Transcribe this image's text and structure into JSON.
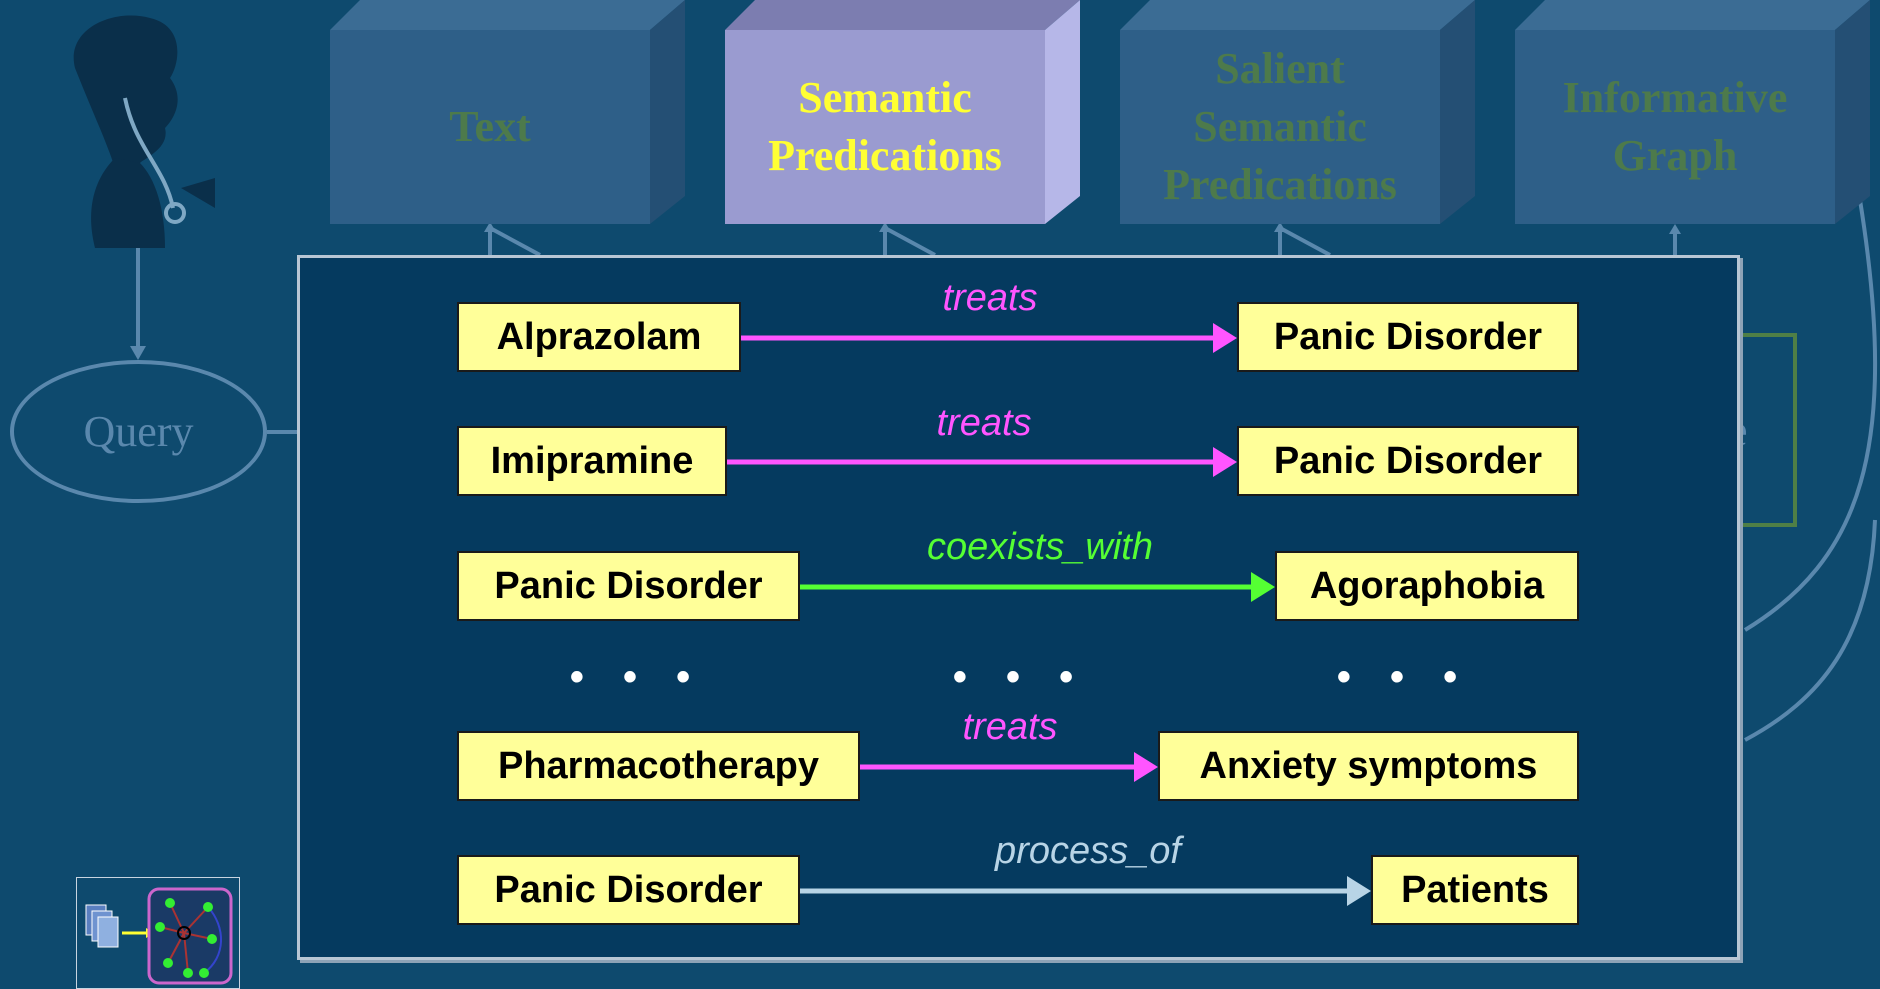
{
  "stages": [
    {
      "label_lines": [
        "Text"
      ],
      "state": "dim"
    },
    {
      "label_lines": [
        "Semantic",
        "Predications"
      ],
      "state": "active"
    },
    {
      "label_lines": [
        "Salient",
        "Semantic",
        "Predications"
      ],
      "state": "dim"
    },
    {
      "label_lines": [
        "Informative",
        "Graph"
      ],
      "state": "dim"
    }
  ],
  "query_label": "Query",
  "right_fragment_text": "e",
  "predications": [
    {
      "subject": "Alprazolam",
      "relation": "treats",
      "object": "Panic Disorder",
      "color": "#ff55ff"
    },
    {
      "subject": "Imipramine",
      "relation": "treats",
      "object": "Panic Disorder",
      "color": "#ff55ff"
    },
    {
      "subject": "Panic Disorder",
      "relation": "coexists_with",
      "object": "Agoraphobia",
      "color": "#55ff33"
    },
    {
      "subject": "Pharmacotherapy",
      "relation": "treats",
      "object": "Anxiety symptoms",
      "color": "#ff55ff"
    },
    {
      "subject": "Panic Disorder",
      "relation": "process_of",
      "object": "Patients",
      "color": "#b8d4e6"
    }
  ],
  "ellipsis": "• • •",
  "icons": [
    "physician-icon",
    "graph-thumbnail-icon"
  ]
}
